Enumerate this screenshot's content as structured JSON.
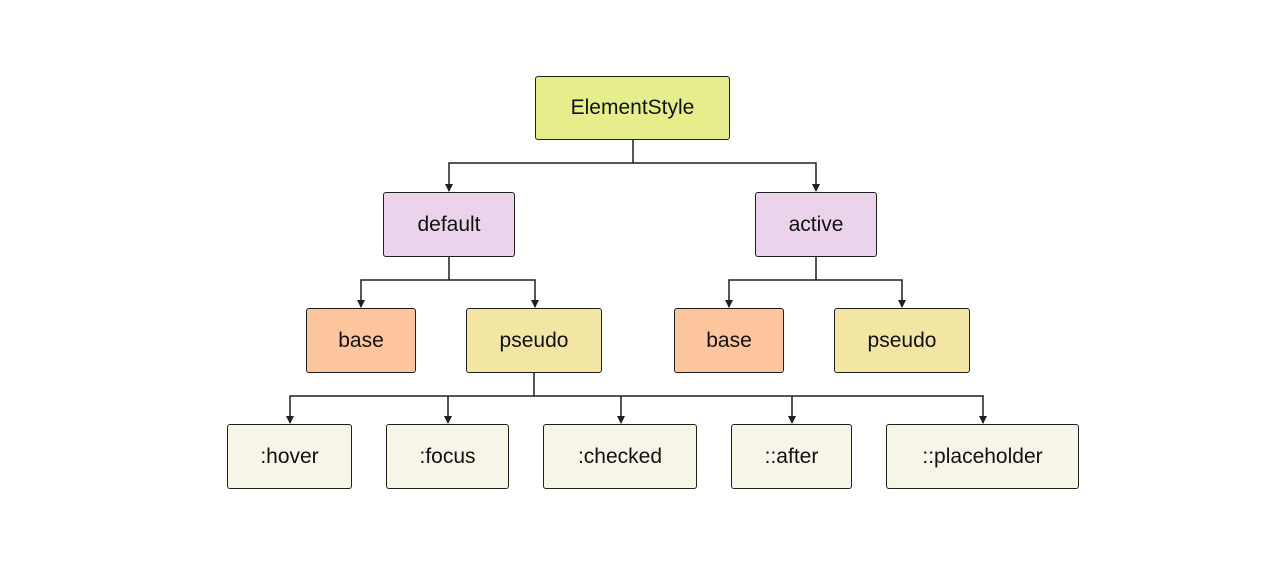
{
  "diagram": {
    "root": {
      "label": "ElementStyle"
    },
    "states": [
      {
        "label": "default",
        "children": [
          {
            "label": "base"
          },
          {
            "label": "pseudo",
            "children": [
              {
                "label": ":hover"
              },
              {
                "label": ":focus"
              },
              {
                "label": ":checked"
              },
              {
                "label": "::after"
              },
              {
                "label": "::placeholder"
              }
            ]
          }
        ]
      },
      {
        "label": "active",
        "children": [
          {
            "label": "base"
          },
          {
            "label": "pseudo"
          }
        ]
      }
    ]
  },
  "colors": {
    "root_fill": "#e6ee8c",
    "state_fill": "#ecd3ec",
    "base_fill": "#fcc59c",
    "pseudo_fill": "#f3e6a5",
    "leaf_fill": "#f7f4e8",
    "stroke": "#1f1f1f"
  }
}
